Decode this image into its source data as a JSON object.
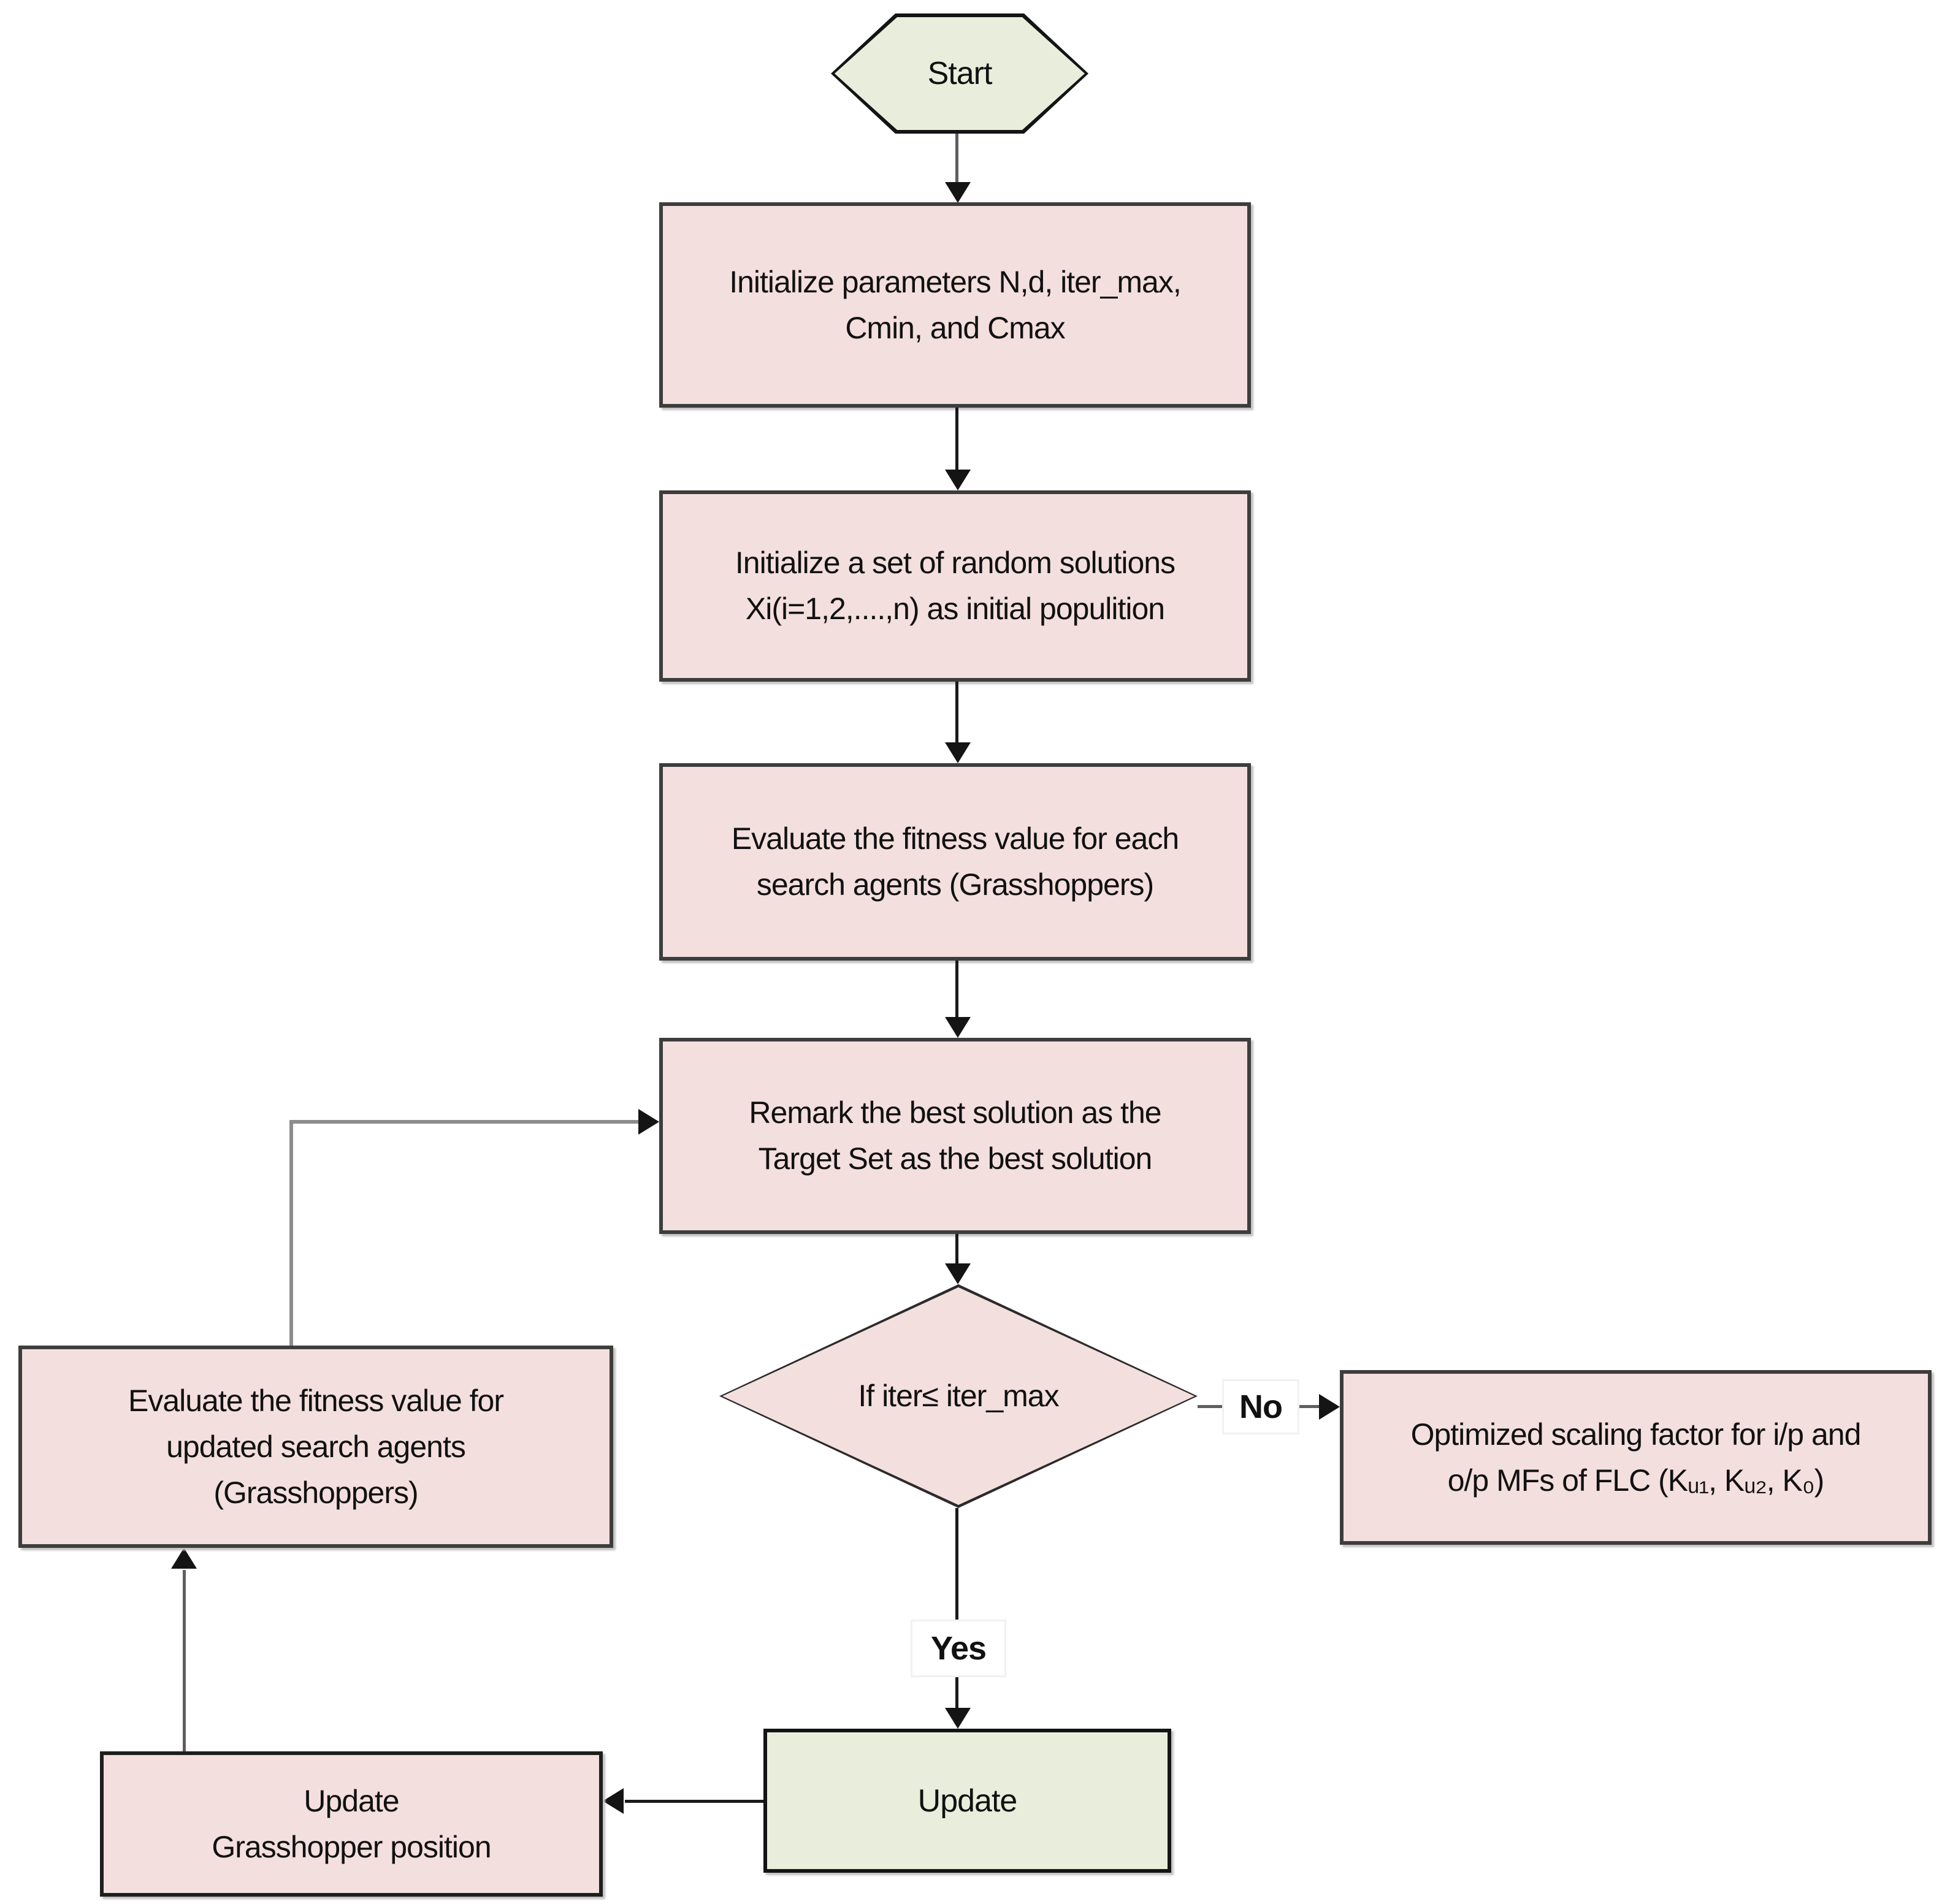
{
  "flowchart": {
    "background": "#ffffff",
    "colors": {
      "process_fill": "#f3dfdd",
      "terminal_fill": "#e9eedc",
      "box_border": "#3d3d3d",
      "shape_border": "#141414",
      "line_gray": "#8c8c8c",
      "line_dark": "#1a1a1a",
      "text": "#111111"
    },
    "nodes": {
      "start": {
        "shape": "hexagon",
        "label": "Start"
      },
      "init_params": {
        "shape": "process",
        "label": "Initialize parameters N,d, iter_max,\nCmin, and Cmax"
      },
      "init_population": {
        "shape": "process",
        "label": "Initialize a set of random solutions\nXi(i=1,2,....,n) as initial populition"
      },
      "evaluate_each": {
        "shape": "process",
        "label": "Evaluate the fitness value for each\nsearch agents (Grasshoppers)"
      },
      "remark_best": {
        "shape": "process",
        "label": "Remark the best solution as the\nTarget Set as the best solution"
      },
      "iteration_check": {
        "shape": "decision",
        "label": "If iter≤ iter_max"
      },
      "optimized_output": {
        "shape": "process",
        "label": "Optimized scaling factor for i/p and\no/p MFs of FLC (Kᵤ₁, Kᵤ₂, K₀)"
      },
      "evaluate_updated": {
        "shape": "process",
        "label": "Evaluate the fitness value for\nupdated search agents\n(Grasshoppers)"
      },
      "update_position": {
        "shape": "process",
        "label": "Update\nGrasshopper position"
      },
      "update": {
        "shape": "terminal",
        "label": "Update"
      }
    },
    "edge_labels": {
      "yes": "Yes",
      "no": "No"
    }
  }
}
